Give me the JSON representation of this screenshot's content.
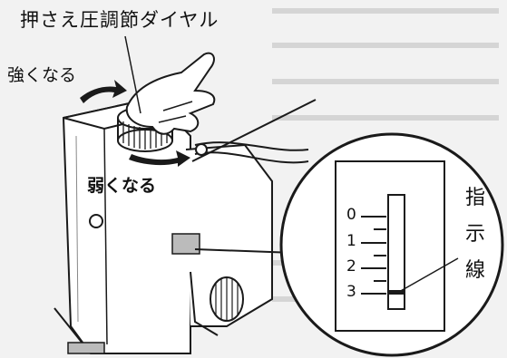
{
  "title": "押さえ圧調節ダイヤル",
  "arrow_stronger_label": "強くなる",
  "arrow_weaker_label": "弱くなる",
  "scale": {
    "ticks": [
      "0",
      "1",
      "2",
      "3"
    ],
    "indicator_position": "3"
  },
  "indicator_label_chars": [
    "指",
    "示",
    "線"
  ],
  "colors": {
    "ink": "#1a1a1a",
    "paper": "#f2f2f2",
    "body": "#ffffff"
  }
}
